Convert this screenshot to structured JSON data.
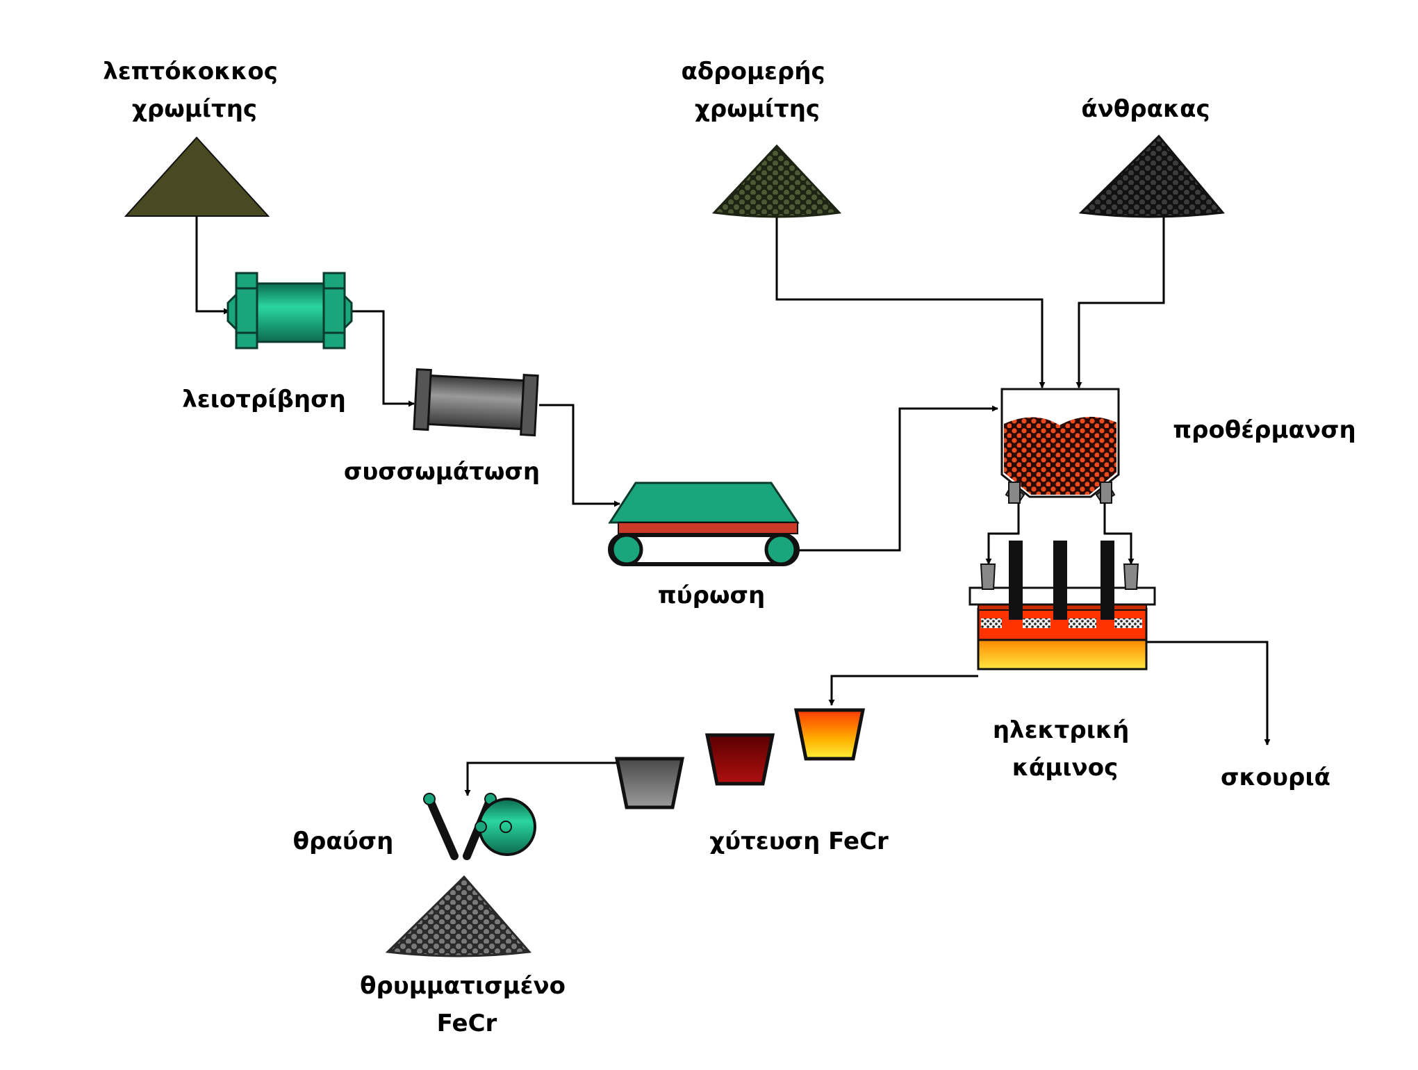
{
  "labels": {
    "fine_chromite": [
      "λεπτόκοκκος",
      "χρωμίτης"
    ],
    "lumpy_chromite": [
      "αδρομερής",
      "χρωμίτης"
    ],
    "coal": "άνθρακας",
    "grinding": "λειοτρίβηση",
    "agglomeration": "συσσωμάτωση",
    "sintering": "πύρωση",
    "preheating": "προθέρμανση",
    "furnace": [
      "ηλεκτρική",
      "κάμινος"
    ],
    "slag": "σκουριά",
    "casting": "χύτευση FeCr",
    "crushing": "θραύση",
    "crushed_fecr": [
      "θρυμματισμένο",
      "FeCr"
    ]
  },
  "colors": {
    "fine_chromite_pile": "#4a4a22",
    "lumpy_chromite_pile": "#3d4a2a",
    "coal_pile": "#2e2e2e",
    "mill": "#1aa57c",
    "agglomerator": "#666666",
    "sinter_machine": "#1aa57c",
    "preheater_charge": "#e8401c",
    "furnace_slag": "#ff3300",
    "furnace_metal": "#ffd21a",
    "ladle_hot": "#ffb000",
    "ladle_mid": "#7a0a0a",
    "ladle_cold": "#707070",
    "crusher": "#1aa57c",
    "product_pile": "#5a5a5a"
  }
}
